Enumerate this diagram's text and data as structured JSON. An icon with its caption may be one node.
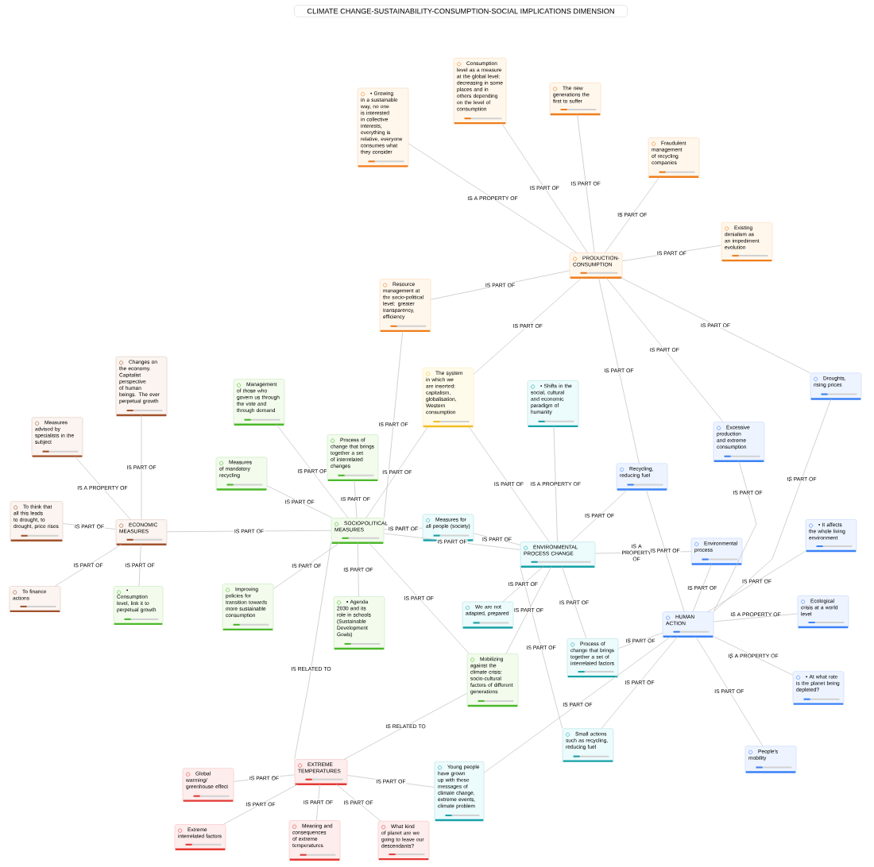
{
  "diagram": {
    "title": "CLIMATE CHANGE-SUSTAINABILITY-CONSUMPTION-SOCIAL IMPLICATIONS DIMENSION",
    "nodes": [
      {
        "text": [
          "PRODUCTION-CONSUMPTION"
        ]
      },
      {
        "text": [
          "• Growing in a sustainable way, no one is interested in collective interests, everything is relative, everyone consumes what they consider"
        ]
      },
      {
        "text": [
          "Consumption level as a measure at the global level: decreasing in some places and in others depending on the level of consumption"
        ]
      },
      {
        "text": [
          "The new generations the first to suffer"
        ]
      },
      {
        "text": [
          "Fraudulent management of recycling companies"
        ]
      },
      {
        "text": [
          "Existing denialism as an impediment evolution"
        ]
      },
      {
        "text": [
          "Resource management at the socio-political level: greater transparency, efficiency"
        ]
      },
      {
        "text": [
          "The system in which we are inserted: capitalism, globalisation, Western consumption"
        ]
      },
      {
        "text": [
          "ECONOMIC MEASURES"
        ]
      },
      {
        "text": [
          "Changes on the economy. Capitalist perspective of human beings. The ever perpetual growth"
        ]
      },
      {
        "text": [
          "Measures advised by specialists in the subject"
        ]
      },
      {
        "text": [
          "To think that all this leads to drought, to drought, price rises"
        ]
      },
      {
        "text": [
          "To finance actions"
        ]
      },
      {
        "text": [
          "SOCIOPOLITICAL MEASURES"
        ]
      },
      {
        "text": [
          "Management of those who govern us through the vote and through demand"
        ]
      },
      {
        "text": [
          "Process of change that brings together a set of interrelated changes"
        ]
      },
      {
        "text": [
          "Measures of mandatory recycling"
        ]
      },
      {
        "text": [
          "• Consumption level, link it to perpetual growth"
        ]
      },
      {
        "text": [
          "Improving policies for transition towards more sustainable consumption"
        ]
      },
      {
        "text": [
          "• Agenda 2030 and its role in schools (Sustainable Development Goals)"
        ]
      },
      {
        "text": [
          "Mobilizing against the climate crisis: socio-cultural factors of different generations"
        ]
      },
      {
        "text": [
          "ENVIRONMENTAL PROCESS CHANGE"
        ]
      },
      {
        "text": [
          "• Shifts in the social, cultural and economic paradigm of humanity"
        ]
      },
      {
        "text": [
          "Measures for all people (society)"
        ]
      },
      {
        "text": [
          "We are not adapted, prepared"
        ]
      },
      {
        "text": [
          "Process of change that brings together a set of interrelated factors"
        ]
      },
      {
        "text": [
          "Small actions such as recycling, reducing fuel"
        ]
      },
      {
        "text": [
          "Young people have grown up with these messages of climate change, extreme events, climate problem"
        ]
      },
      {
        "text": [
          "HUMAN ACTION"
        ]
      },
      {
        "text": [
          "Recycling, reducing fuel"
        ]
      },
      {
        "text": [
          "Excessive production and extreme consumption"
        ]
      },
      {
        "text": [
          "Droughts, rising prices"
        ]
      },
      {
        "text": [
          "Environmental process"
        ]
      },
      {
        "text": [
          "• It affects the whole living environment"
        ]
      },
      {
        "text": [
          "Ecological crisis at a world level"
        ]
      },
      {
        "text": [
          "• At what rate is the planet being depleted?"
        ]
      },
      {
        "text": [
          "People's mobility"
        ]
      },
      {
        "text": [
          "EXTREME TEMPERATURES"
        ]
      },
      {
        "text": [
          "Global warming/ greenhouse effect"
        ]
      },
      {
        "text": [
          "Extreme interrelated factors"
        ]
      },
      {
        "text": [
          "Meaning and consequences of extreme temperatures"
        ]
      },
      {
        "text": [
          "What kind of planet are we going to leave our descendants?"
        ]
      }
    ],
    "edges": [
      {
        "from": 1,
        "to": 0,
        "arrow": "none",
        "label": "IS A PROPERTY OF"
      },
      {
        "from": 2,
        "to": 0,
        "arrow": "none",
        "label": "IS PART OF"
      },
      {
        "from": 3,
        "to": 0,
        "arrow": "none",
        "label": "IS PART OF"
      },
      {
        "from": 4,
        "to": 0,
        "arrow": "none",
        "label": "IS PART OF"
      },
      {
        "from": 5,
        "to": 0,
        "arrow": "none",
        "label": "IS PART OF"
      },
      {
        "from": 6,
        "to": 0,
        "arrow": "none",
        "label": "IS PART OF"
      },
      {
        "from": 0,
        "to": 7,
        "arrow": "none",
        "label": "IS PART OF"
      },
      {
        "from": 0,
        "to": 29,
        "arrow": "none",
        "label": "IS PART OF"
      },
      {
        "from": 0,
        "to": 30,
        "arrow": "none",
        "label": "IS PART OF"
      },
      {
        "from": 0,
        "to": 31,
        "arrow": "none",
        "label": "IS PART OF"
      },
      {
        "from": 9,
        "to": 8,
        "arrow": "none",
        "label": "IS PART OF"
      },
      {
        "from": 10,
        "to": 8,
        "arrow": "none",
        "label": "IS A PROPERTY OF"
      },
      {
        "from": 11,
        "to": 8,
        "arrow": "none",
        "label": "IS PART OF"
      },
      {
        "from": 12,
        "to": 8,
        "arrow": "none",
        "label": "IS PART OF"
      },
      {
        "from": 17,
        "to": 8,
        "arrow": "none",
        "label": "IS PART OF"
      },
      {
        "from": 8,
        "to": 13,
        "arrow": "none",
        "label": "IS PART OF"
      },
      {
        "from": 14,
        "to": 13,
        "arrow": "none",
        "label": "IS PART OF"
      },
      {
        "from": 15,
        "to": 13,
        "arrow": "none",
        "label": "IS PART OF"
      },
      {
        "from": 16,
        "to": 13,
        "arrow": "none",
        "label": "IS PART OF"
      },
      {
        "from": 18,
        "to": 13,
        "arrow": "none",
        "label": "IS PART OF"
      },
      {
        "from": 19,
        "to": 13,
        "arrow": "none",
        "label": "IS PART OF"
      },
      {
        "from": 6,
        "to": 13,
        "arrow": "none",
        "label": "IS PART OF"
      },
      {
        "from": 7,
        "to": 13,
        "arrow": "none",
        "label": "IS PART OF"
      },
      {
        "from": 13,
        "to": 23,
        "arrow": "none",
        "label": "IS PART OF"
      },
      {
        "from": 13,
        "to": 21,
        "arrow": "none",
        "label": "IS PART OF"
      },
      {
        "from": 13,
        "to": 20,
        "arrow": "none",
        "label": "IS PART OF"
      },
      {
        "from": 13,
        "to": 37,
        "arrow": "none",
        "label": "IS RELATED TO"
      },
      {
        "from": 22,
        "to": 21,
        "arrow": "none",
        "label": "IS A PROPERTY OF"
      },
      {
        "from": 7,
        "to": 21,
        "arrow": "none",
        "label": "IS PART OF"
      },
      {
        "from": 29,
        "to": 21,
        "arrow": "none",
        "label": "IS PART OF"
      },
      {
        "from": 23,
        "to": 21,
        "arrow": "none",
        "label": "IS PART OF"
      },
      {
        "from": 21,
        "to": 32,
        "arrow": "none",
        "label": "IS A PROPERTY OF"
      },
      {
        "from": 24,
        "to": 21,
        "arrow": "none",
        "label": "IS PART OF"
      },
      {
        "from": 25,
        "to": 21,
        "arrow": "none",
        "label": "IS PART OF"
      },
      {
        "from": 26,
        "to": 21,
        "arrow": "none",
        "label": "IS PART OF"
      },
      {
        "from": 20,
        "to": 21,
        "arrow": "none",
        "label": "IS PART OF"
      },
      {
        "from": 30,
        "to": 28,
        "arrow": "none",
        "label": "IS PART OF"
      },
      {
        "from": 31,
        "to": 28,
        "arrow": "none",
        "label": "IS PART OF"
      },
      {
        "from": 32,
        "to": 28,
        "arrow": "none",
        "label": "IS PART OF"
      },
      {
        "from": 33,
        "to": 28,
        "arrow": "none",
        "label": "IS PART OF"
      },
      {
        "from": 34,
        "to": 28,
        "arrow": "none",
        "label": "IS A PROPERTY OF"
      },
      {
        "from": 35,
        "to": 28,
        "arrow": "none",
        "label": "IS A PROPERTY OF"
      },
      {
        "from": 36,
        "to": 28,
        "arrow": "none",
        "label": "IS PART OF"
      },
      {
        "from": 25,
        "to": 28,
        "arrow": "none",
        "label": "IS PART OF"
      },
      {
        "from": 26,
        "to": 28,
        "arrow": "none",
        "label": "IS PART OF"
      },
      {
        "from": 27,
        "to": 28,
        "arrow": "none",
        "label": "IS PART OF"
      },
      {
        "from": 29,
        "to": 28,
        "arrow": "none",
        "label": "IS PART OF"
      },
      {
        "from": 38,
        "to": 37,
        "arrow": "none",
        "label": "IS PART OF"
      },
      {
        "from": 39,
        "to": 37,
        "arrow": "none",
        "label": "IS PART OF"
      },
      {
        "from": 40,
        "to": 37,
        "arrow": "none",
        "label": "IS PART OF"
      },
      {
        "from": 41,
        "to": 37,
        "arrow": "none",
        "label": "IS PART OF"
      },
      {
        "from": 27,
        "to": 37,
        "arrow": "none",
        "label": "IS PART OF"
      },
      {
        "from": 20,
        "to": 37,
        "arrow": "none",
        "label": "IS RELATED TO"
      }
    ]
  }
}
